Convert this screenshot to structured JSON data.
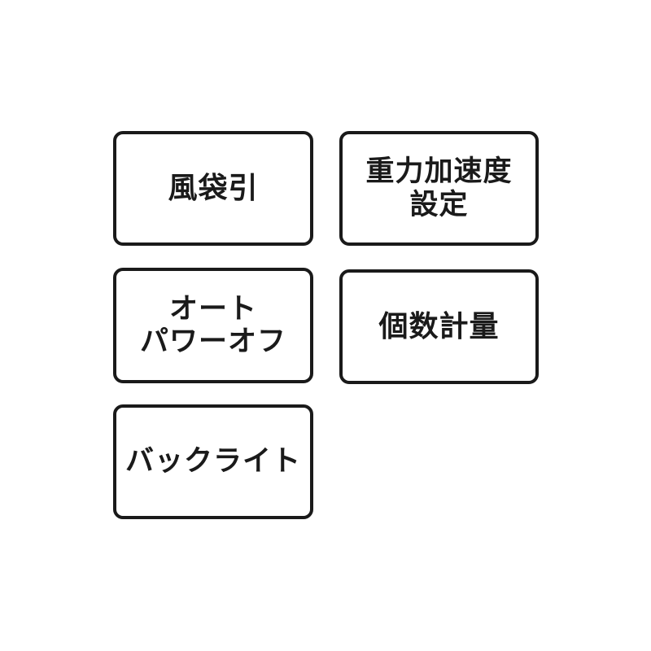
{
  "features": [
    {
      "lines": [
        "風袋引"
      ]
    },
    {
      "lines": [
        "重力加速度",
        "設定"
      ]
    },
    {
      "lines": [
        "オート",
        "パワーオフ"
      ]
    },
    {
      "lines": [
        "個数計量"
      ]
    },
    {
      "lines": [
        "バックライト"
      ]
    }
  ],
  "colors": {
    "border": "#1a1a1a",
    "text": "#1a1a1a",
    "background": "#ffffff"
  }
}
